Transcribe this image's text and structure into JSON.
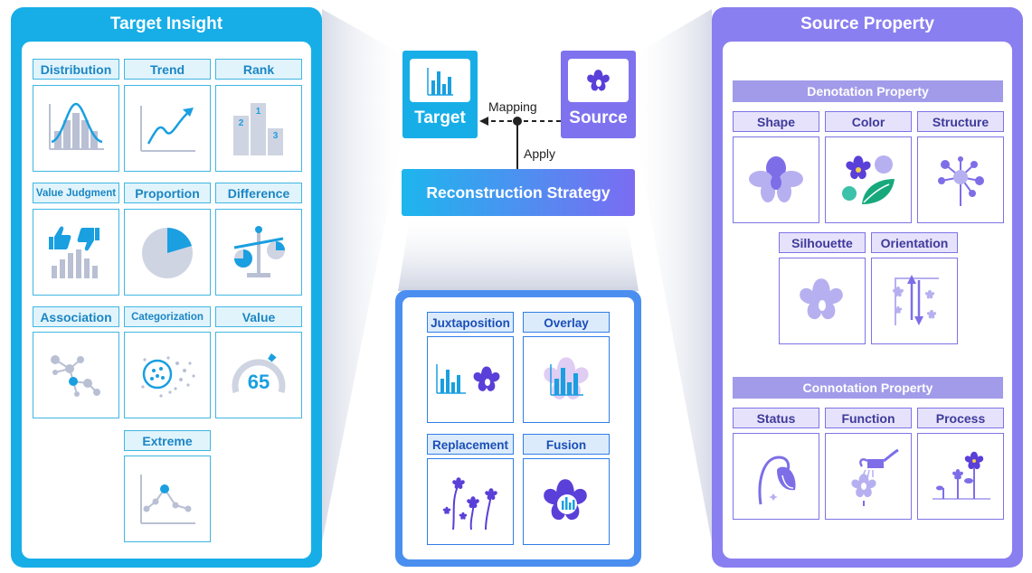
{
  "target_panel": {
    "title": "Target Insight",
    "items": [
      "Distribution",
      "Trend",
      "Rank",
      "Value Judgment",
      "Proportion",
      "Difference",
      "Association",
      "Categorization",
      "Value",
      "Extreme"
    ],
    "value_number": "65",
    "rank_numbers": [
      "1",
      "2",
      "3"
    ]
  },
  "source_panel": {
    "title": "Source Property",
    "denotation": {
      "title": "Denotation Property",
      "items": [
        "Shape",
        "Color",
        "Structure",
        "Silhouette",
        "Orientation"
      ]
    },
    "connotation": {
      "title": "Connotation Property",
      "items": [
        "Status",
        "Function",
        "Process"
      ]
    }
  },
  "center": {
    "target_label": "Target",
    "source_label": "Source",
    "mapping_label": "Mapping",
    "apply_label": "Apply",
    "strategy_label": "Reconstruction Strategy"
  },
  "strategy_panel": {
    "items": [
      "Juxtaposition",
      "Overlay",
      "Replacement",
      "Fusion"
    ]
  },
  "colors": {
    "target_blue": "#17aee8",
    "source_purple": "#8a7ff0",
    "strategy_blue": "#3d8ef0",
    "icon_gray": "#b9c0d4"
  },
  "icons": [
    "bar-chart-icon",
    "flower-icon",
    "distribution-curve-icon",
    "trend-arrow-icon",
    "podium-icon",
    "thumbs-icon",
    "pie-icon",
    "balance-scale-icon",
    "network-icon",
    "cluster-icon",
    "gauge-icon",
    "extreme-point-icon",
    "orchid-icon",
    "leaf-icon",
    "molecule-icon",
    "silhouette-flower-icon",
    "orientation-icon",
    "wilted-flower-icon",
    "watering-can-icon",
    "growth-process-icon"
  ]
}
